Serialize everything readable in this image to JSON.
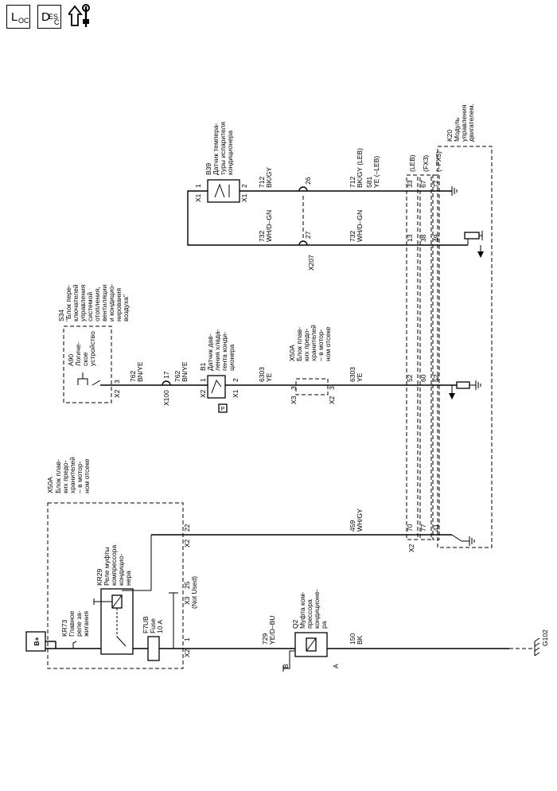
{
  "toolbar": {
    "loc": {
      "big": "L",
      "sub": "OC"
    },
    "desc": {
      "big": "D",
      "sub1": "ES",
      "sub2": "C"
    }
  },
  "power": {
    "label": "B+"
  },
  "ground": {
    "label": "G102"
  },
  "x50a_top": {
    "id": "X50A",
    "lines": [
      "Блок плав-",
      "ких предо-",
      "хранителей",
      "– в мотор-",
      "ном отсеке"
    ]
  },
  "x50a_mid": {
    "id": "X50A",
    "lines": [
      "Блок плав-",
      "ких предо-",
      "хранителей",
      "– в мотор-",
      "ном отсеке"
    ]
  },
  "kr73": {
    "id": "KR73",
    "lines": [
      "Главное",
      "реле за-",
      "жигания"
    ]
  },
  "kr29": {
    "id": "KR29",
    "lines": [
      "Реле муфты",
      "компрессора",
      "кондицио-",
      "нера"
    ]
  },
  "fuse": {
    "id": "F7UB",
    "lines": [
      "Fuse",
      "10 A"
    ]
  },
  "q2": {
    "id": "Q2",
    "lines": [
      "Муфта ком-",
      "прессора",
      "кондиционе-",
      "ра"
    ],
    "pin_b": "B",
    "pin_a": "A"
  },
  "s34": {
    "id": "S34",
    "lines": [
      "\"Блок пере-",
      "ключателей",
      "управления",
      "системой",
      "отопления,",
      "вентиляции",
      "и кондицио-",
      "нирования",
      "воздуха\""
    ]
  },
  "a90": {
    "id": "A90",
    "lines": [
      "Логиче-",
      "ское",
      "устройство"
    ]
  },
  "b1": {
    "id": "B1",
    "lines": [
      "Датчик дав-",
      "ления хлада-",
      "гента конди-",
      "ционера"
    ],
    "badge": "P"
  },
  "b39": {
    "id": "B39",
    "lines": [
      "Датчик темпера-",
      "туры испарителя",
      "кондиционера"
    ]
  },
  "k20": {
    "id": "K20",
    "lines": [
      "Модуль",
      "управления",
      "двигателем."
    ]
  },
  "connectors": {
    "x2_1": "X2",
    "x2_1p": "1",
    "x2_22": "X2",
    "x2_22p": "22",
    "x3_25": "X3",
    "x3_25p": "25",
    "not_used": "(Not Used)",
    "x2_3": "X2",
    "x2_3p": "3",
    "x100": "X100",
    "x100p": "17",
    "x2_b1": "X2",
    "x2_b1p1": "1",
    "x1_b1": "X1",
    "x1_b1p2": "2",
    "x3_mid": "X3",
    "x3_midp": "3",
    "x2_mid": "X2",
    "x2_midp": "3",
    "x1_b39a": "X1",
    "x1_b39ap": "1",
    "x1_b39b": "X1",
    "x1_b39bp": "2",
    "x207": "X207",
    "x207_26": "26",
    "x207_27": "27",
    "x2_k20": "X2"
  },
  "wires": {
    "w729": "729",
    "w729c": "YE/D–BU",
    "w150": "150",
    "w150c": "BK",
    "w459": "459",
    "w459c": "WH/GY",
    "w762a": "762",
    "w762ac": "BN/YE",
    "w762b": "762",
    "w762bc": "BN/YE",
    "w6303a": "6303",
    "w6303ac": "YE",
    "w6303b": "6303",
    "w6303bc": "YE",
    "w712a": "712",
    "w712ac": "BK/GY",
    "w712b": "712",
    "w712bc": "BK/GY (LEB)",
    "w581": "581",
    "w581c": "YE (–LEB)",
    "w732a": "732",
    "w732ac": "WH/D–GN",
    "w732b": "732",
    "w732bc": "WH/D–GN"
  },
  "k20_pins": {
    "p33": "33",
    "p67": "67",
    "p77a": "77",
    "p13": "13",
    "p38": "38",
    "p49": "49",
    "p52a": "52",
    "p60": "60",
    "p52b": "52",
    "p70": "70",
    "p77b": "77",
    "p41": "41",
    "leb": "(LEB)",
    "fx3a": "(FX3)",
    "fx3b": "(–FX3)"
  }
}
